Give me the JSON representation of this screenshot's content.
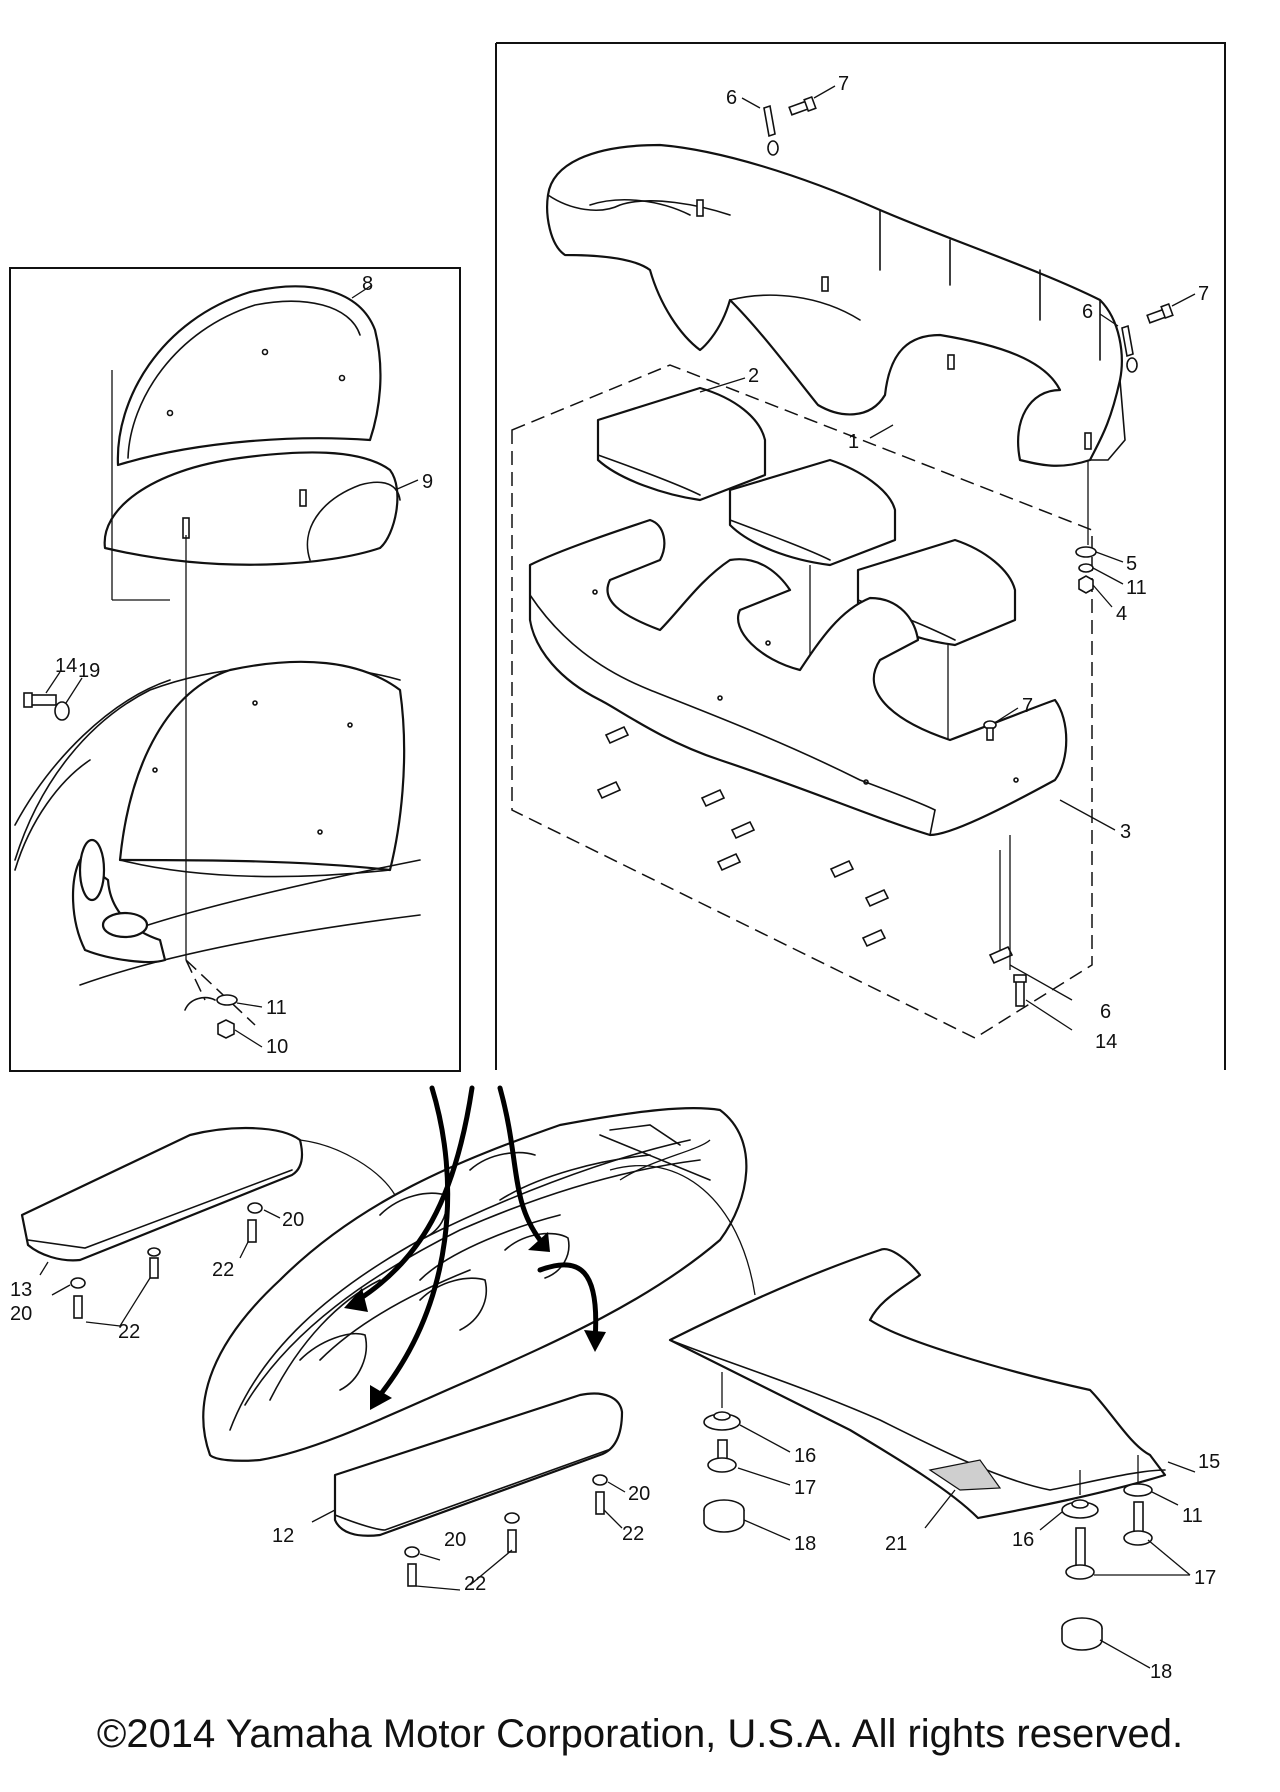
{
  "copyright": "©2014 Yamaha Motor Corporation, U.S.A. All rights reserved.",
  "callouts": {
    "c1": "1",
    "c2": "2",
    "c3": "3",
    "c4": "4",
    "c5": "5",
    "c6a": "6",
    "c6b": "6",
    "c6c": "6",
    "c7a": "7",
    "c7b": "7",
    "c7c": "7",
    "c8": "8",
    "c9": "9",
    "c10": "10",
    "c11a": "11",
    "c11b": "11",
    "c11c": "11",
    "c12": "12",
    "c13": "13",
    "c14a": "14",
    "c14b": "14",
    "c15": "15",
    "c16a": "16",
    "c16b": "16",
    "c17a": "17",
    "c17b": "17",
    "c18a": "18",
    "c18b": "18",
    "c19": "19",
    "c20a": "20",
    "c20b": "20",
    "c20c": "20",
    "c20d": "20",
    "c21": "21",
    "c22a": "22",
    "c22b": "22",
    "c22c": "22",
    "c22d": "22"
  }
}
